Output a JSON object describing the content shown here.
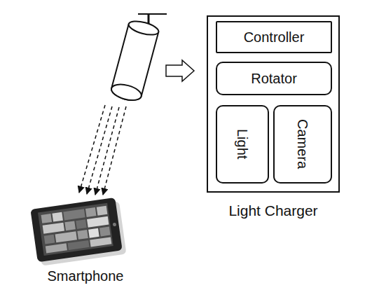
{
  "diagram": {
    "nodes": [
      {
        "text": [
          "Light Charger"
        ]
      },
      {
        "text": [
          "Controller"
        ],
        "in": 0
      },
      {
        "text": [
          "Rotator"
        ],
        "in": 0
      },
      {
        "text": [
          "Light"
        ],
        "in": 0
      },
      {
        "text": [
          "Camera"
        ],
        "in": 0
      }
    ],
    "labels": [
      "Smartphone"
    ]
  }
}
